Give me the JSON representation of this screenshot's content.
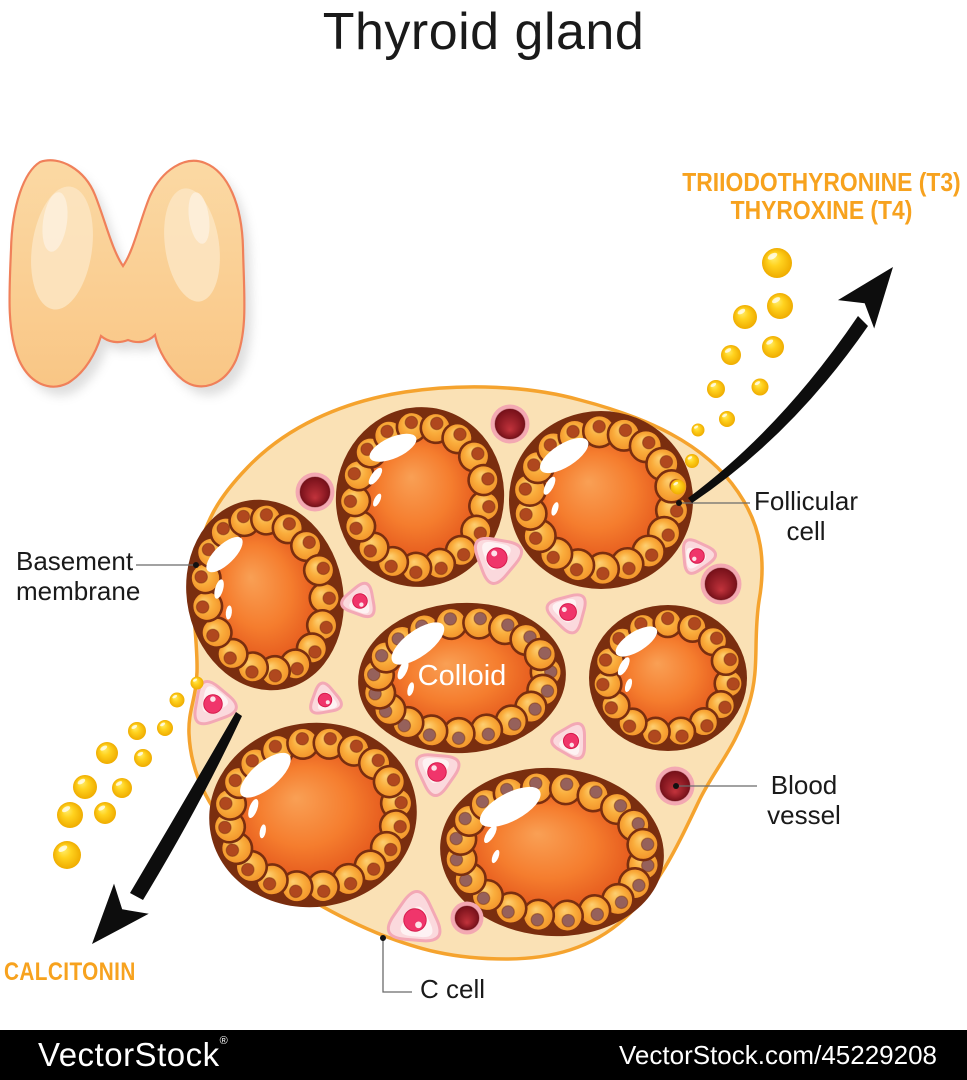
{
  "title": "Thyroid gland",
  "hormones": {
    "top_line1": "TRIIODOTHYRONINE (T3)",
    "top_line2": "THYROXINE (T4)",
    "bottom": "CALCITONIN"
  },
  "labels": {
    "basement_line1": "Basement",
    "basement_line2": "membrane",
    "follicular_line1": "Follicular",
    "follicular_line2": "cell",
    "blood_line1": "Blood",
    "blood_line2": "vessel",
    "c_cell": "C cell",
    "colloid": "Colloid"
  },
  "watermark": {
    "logo": "VectorStock",
    "reg": "®",
    "url": "VectorStock.com/45229208"
  },
  "colors": {
    "title_text": "#1a1a1a",
    "label_text": "#1a1a1a",
    "hormone_text": "#F7A21E",
    "tissue": "#FAE1B5",
    "tissue_border": "#F5A32E",
    "follicle_outline": "#7A2E0F",
    "cell_light": "#FDCF72",
    "cell_mid": "#FAAD3C",
    "cell_dark": "#F2932A",
    "nucleus_warm": "#B0481E",
    "nucleus_mauve": "#96615B",
    "colloid_center": "#F9A055",
    "colloid_mid": "#F57D2E",
    "colloid_edge": "#DE4A16",
    "colloid_text": "#FFFFFF",
    "ccell_outer": "#F3A8B5",
    "ccell_body": "#FBD9DD",
    "ccell_inner": "#FEF2F3",
    "ccell_nucleus": "#F0356B",
    "vessel_rim": "#F3A8B2",
    "vessel_center": "#C2333C",
    "vessel_edge": "#761019",
    "dot_light": "#FFF176",
    "dot_mid": "#FFD21E",
    "dot_edge": "#EFAC00",
    "arrow": "#0d0d0d",
    "leader": "#6b6b6b",
    "thyroid_light": "#FBD9A4",
    "thyroid_mid": "#F9C685",
    "thyroid_outline": "#F0805A",
    "watermark_bg": "#000000",
    "watermark_text": "#FFFFFF"
  }
}
